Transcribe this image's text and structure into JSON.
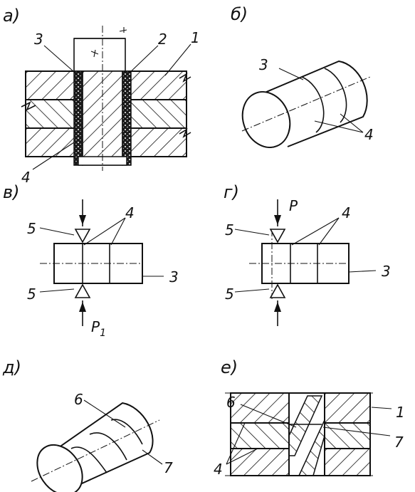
{
  "sections": {
    "a": "а)",
    "b": "б)",
    "v": "в)",
    "g": "г)",
    "d": "д)",
    "e": "е)"
  },
  "labels": {
    "a": {
      "n1": "1",
      "n2": "2",
      "n3": "3",
      "n4": "4"
    },
    "b": {
      "n3": "3",
      "n4": "4"
    },
    "v": {
      "n5_top": "5",
      "n5_bottom": "5",
      "n4": "4",
      "n3": "3",
      "p": "P",
      "p_sub": "1"
    },
    "g": {
      "n5_top": "5",
      "n5_bottom": "5",
      "n4": "4",
      "n3": "3",
      "p": "P"
    },
    "d": {
      "n6": "6",
      "n7": "7"
    },
    "e": {
      "n6": "6",
      "n1": "1",
      "n7": "7",
      "n4": "4"
    }
  }
}
